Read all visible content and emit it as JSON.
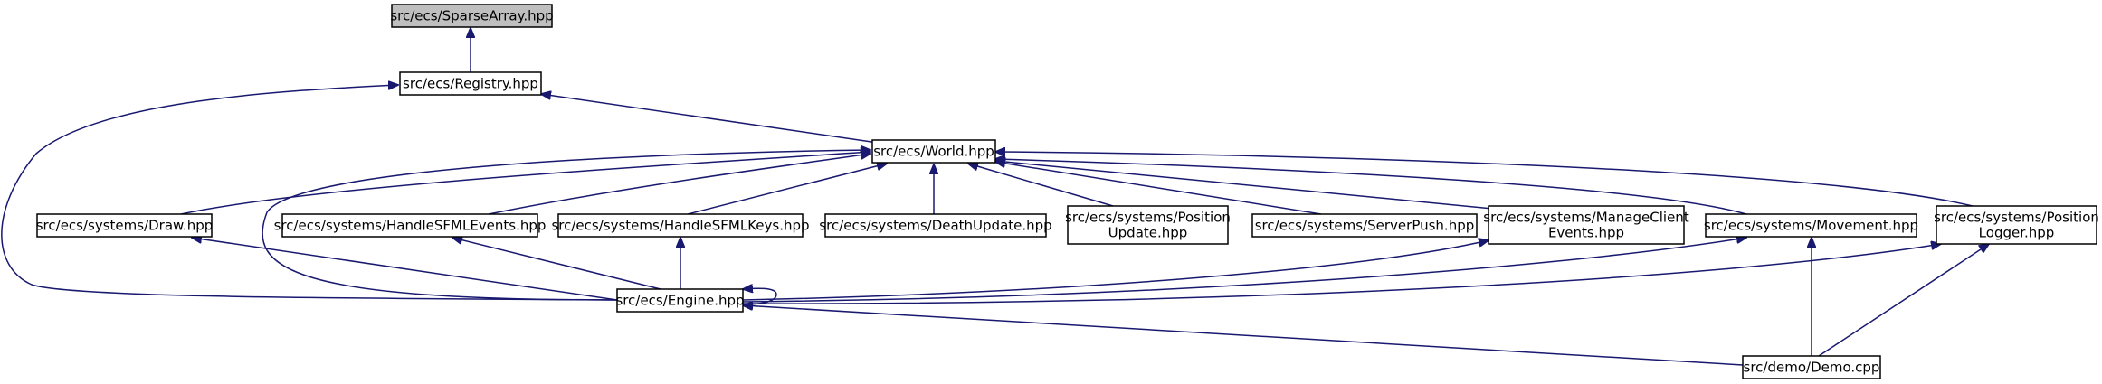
{
  "graph": {
    "edge_color": "#191970",
    "highlight_fill": "#bfbfbf",
    "nodes": [
      {
        "id": "sparse",
        "lines": [
          "src/ecs/SparseArray.hpp"
        ],
        "highlighted": true
      },
      {
        "id": "registry",
        "lines": [
          "src/ecs/Registry.hpp"
        ]
      },
      {
        "id": "world",
        "lines": [
          "src/ecs/World.hpp"
        ]
      },
      {
        "id": "draw",
        "lines": [
          "src/ecs/systems/Draw.hpp"
        ]
      },
      {
        "id": "hsfmlev",
        "lines": [
          "src/ecs/systems/HandleSFMLEvents.hpp"
        ]
      },
      {
        "id": "hsfmlkey",
        "lines": [
          "src/ecs/systems/HandleSFMLKeys.hpp"
        ]
      },
      {
        "id": "death",
        "lines": [
          "src/ecs/systems/DeathUpdate.hpp"
        ]
      },
      {
        "id": "posupd",
        "lines": [
          "src/ecs/systems/Position",
          "Update.hpp"
        ]
      },
      {
        "id": "srvpush",
        "lines": [
          "src/ecs/systems/ServerPush.hpp"
        ]
      },
      {
        "id": "manage",
        "lines": [
          "src/ecs/systems/ManageClient",
          "Events.hpp"
        ]
      },
      {
        "id": "movement",
        "lines": [
          "src/ecs/systems/Movement.hpp"
        ]
      },
      {
        "id": "poslog",
        "lines": [
          "src/ecs/systems/Position",
          "Logger.hpp"
        ]
      },
      {
        "id": "engine",
        "lines": [
          "src/ecs/Engine.hpp"
        ]
      },
      {
        "id": "demo",
        "lines": [
          "src/demo/Demo.cpp"
        ]
      }
    ],
    "edges": [
      {
        "from": "registry",
        "to": "sparse"
      },
      {
        "from": "world",
        "to": "registry"
      },
      {
        "from": "engine",
        "to": "registry"
      },
      {
        "from": "draw",
        "to": "world"
      },
      {
        "from": "hsfmlev",
        "to": "world"
      },
      {
        "from": "hsfmlkey",
        "to": "world"
      },
      {
        "from": "death",
        "to": "world"
      },
      {
        "from": "posupd",
        "to": "world"
      },
      {
        "from": "srvpush",
        "to": "world"
      },
      {
        "from": "manage",
        "to": "world"
      },
      {
        "from": "movement",
        "to": "world"
      },
      {
        "from": "poslog",
        "to": "world"
      },
      {
        "from": "engine",
        "to": "world"
      },
      {
        "from": "engine",
        "to": "draw"
      },
      {
        "from": "engine",
        "to": "hsfmlev"
      },
      {
        "from": "engine",
        "to": "hsfmlkey"
      },
      {
        "from": "engine",
        "to": "manage"
      },
      {
        "from": "engine",
        "to": "movement"
      },
      {
        "from": "engine",
        "to": "poslog"
      },
      {
        "from": "engine",
        "to": "engine"
      },
      {
        "from": "demo",
        "to": "movement"
      },
      {
        "from": "demo",
        "to": "poslog"
      },
      {
        "from": "demo",
        "to": "engine"
      }
    ]
  }
}
